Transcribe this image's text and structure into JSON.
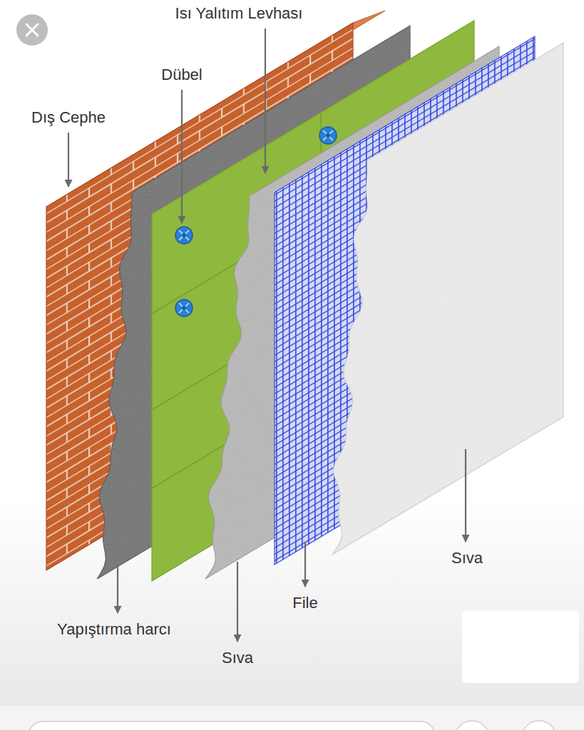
{
  "diagram": {
    "labels": [
      "Isı Yalıtım Levhası",
      "Dübel",
      "Dış Cephe",
      "Yapıştırma harcı",
      "Sıva",
      "File",
      "Sıva"
    ]
  }
}
